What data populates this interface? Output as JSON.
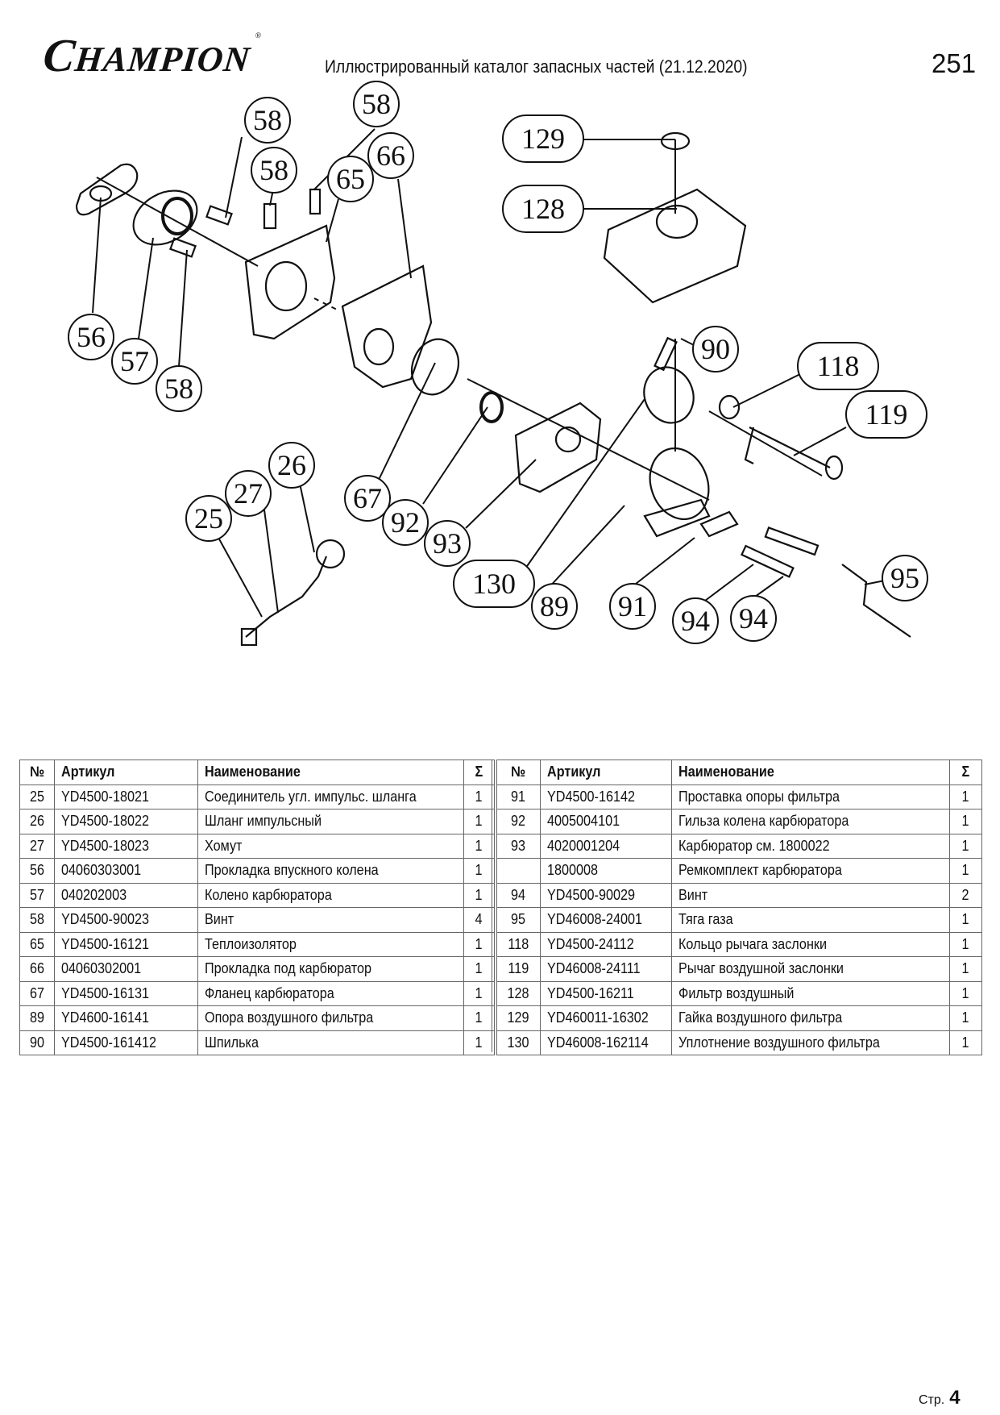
{
  "header": {
    "brand_initial": "C",
    "brand_rest": "HAMPION",
    "brand_reg": "®",
    "title": "Иллюстрированный каталог запасных частей (21.12.2020)",
    "page_number": "251"
  },
  "diagram": {
    "callouts": [
      {
        "id": "c58a",
        "label": "58"
      },
      {
        "id": "c58b",
        "label": "58"
      },
      {
        "id": "c58c",
        "label": "58"
      },
      {
        "id": "c65",
        "label": "65"
      },
      {
        "id": "c66",
        "label": "66"
      },
      {
        "id": "c56",
        "label": "56"
      },
      {
        "id": "c57",
        "label": "57"
      },
      {
        "id": "c58d",
        "label": "58"
      },
      {
        "id": "c129",
        "label": "129"
      },
      {
        "id": "c128",
        "label": "128"
      },
      {
        "id": "c90",
        "label": "90"
      },
      {
        "id": "c118",
        "label": "118"
      },
      {
        "id": "c119",
        "label": "119"
      },
      {
        "id": "c26",
        "label": "26"
      },
      {
        "id": "c27",
        "label": "27"
      },
      {
        "id": "c25",
        "label": "25"
      },
      {
        "id": "c67",
        "label": "67"
      },
      {
        "id": "c92",
        "label": "92"
      },
      {
        "id": "c93",
        "label": "93"
      },
      {
        "id": "c130",
        "label": "130"
      },
      {
        "id": "c89",
        "label": "89"
      },
      {
        "id": "c91",
        "label": "91"
      },
      {
        "id": "c94a",
        "label": "94"
      },
      {
        "id": "c94b",
        "label": "94"
      },
      {
        "id": "c95",
        "label": "95"
      }
    ]
  },
  "table": {
    "headers": {
      "num": "№",
      "article": "Артикул",
      "name": "Наименование",
      "qty": "Σ"
    },
    "left_rows": [
      {
        "num": "25",
        "article": "YD4500-18021",
        "name": "Соединитель угл. импульс. шланга",
        "qty": "1"
      },
      {
        "num": "26",
        "article": "YD4500-18022",
        "name": "Шланг импульсный",
        "qty": "1"
      },
      {
        "num": "27",
        "article": "YD4500-18023",
        "name": "Хомут",
        "qty": "1"
      },
      {
        "num": "56",
        "article": "04060303001",
        "name": "Прокладка впускного колена",
        "qty": "1"
      },
      {
        "num": "57",
        "article": "040202003",
        "name": "Колено карбюратора",
        "qty": "1"
      },
      {
        "num": "58",
        "article": "YD4500-90023",
        "name": "Винт",
        "qty": "4"
      },
      {
        "num": "65",
        "article": "YD4500-16121",
        "name": "Теплоизолятор",
        "qty": "1"
      },
      {
        "num": "66",
        "article": "04060302001",
        "name": "Прокладка под карбюратор",
        "qty": "1"
      },
      {
        "num": "67",
        "article": "YD4500-16131",
        "name": "Фланец карбюратора",
        "qty": "1"
      },
      {
        "num": "89",
        "article": "YD4600-16141",
        "name": "Опора воздушного фильтра",
        "qty": "1"
      },
      {
        "num": "90",
        "article": "YD4500-161412",
        "name": "Шпилька",
        "qty": "1"
      }
    ],
    "right_rows": [
      {
        "num": "91",
        "article": "YD4500-16142",
        "name": "Проставка опоры фильтра",
        "qty": "1"
      },
      {
        "num": "92",
        "article": "4005004101",
        "name": "Гильза колена карбюратора",
        "qty": "1"
      },
      {
        "num": "93",
        "article": "4020001204",
        "name": "Карбюратор см. 1800022",
        "qty": "1"
      },
      {
        "num": "",
        "article": "1800008",
        "name": "Ремкомплект карбюратора",
        "qty": "1"
      },
      {
        "num": "94",
        "article": "YD4500-90029",
        "name": "Винт",
        "qty": "2"
      },
      {
        "num": "95",
        "article": "YD46008-24001",
        "name": "Тяга газа",
        "qty": "1"
      },
      {
        "num": "118",
        "article": "YD4500-24112",
        "name": "Кольцо рычага заслонки",
        "qty": "1"
      },
      {
        "num": "119",
        "article": "YD46008-24111",
        "name": "Рычаг воздушной заслонки",
        "qty": "1"
      },
      {
        "num": "128",
        "article": "YD4500-16211",
        "name": "Фильтр воздушный",
        "qty": "1"
      },
      {
        "num": "129",
        "article": "YD460011-16302",
        "name": "Гайка воздушного фильтра",
        "qty": "1"
      },
      {
        "num": "130",
        "article": "YD46008-162114",
        "name": "Уплотнение воздушного фильтра",
        "qty": "1"
      }
    ]
  },
  "footer": {
    "label": "Стр.",
    "page": "4"
  }
}
